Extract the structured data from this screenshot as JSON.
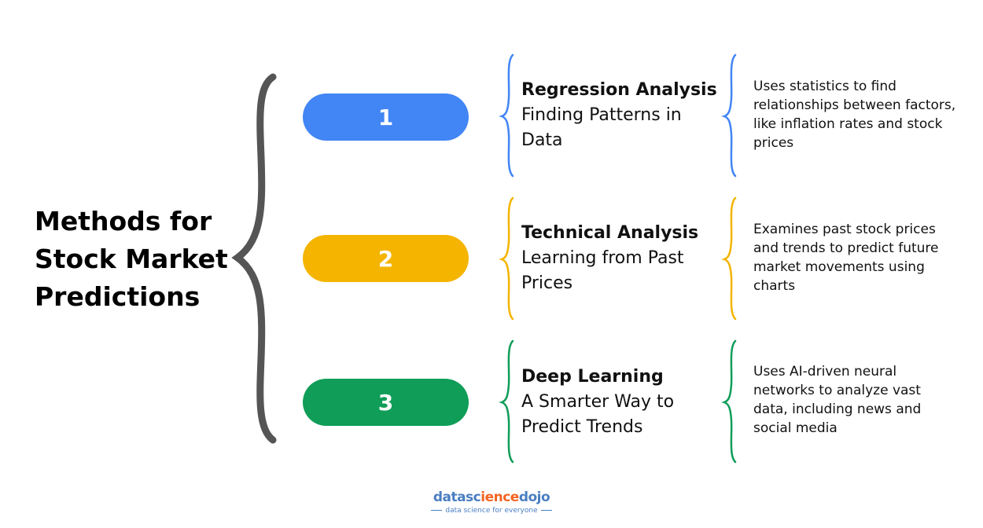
{
  "title": "Methods for Stock Market Predictions",
  "colors": {
    "blue": "#4285f4",
    "yellow": "#f4b400",
    "green": "#0f9d58",
    "brace": "#555555"
  },
  "methods": [
    {
      "number": "1",
      "name": "Regression Analysis",
      "subtitle": "Finding Patterns in Data",
      "description": "Uses statistics to find relationships between factors, like inflation rates and stock prices",
      "color": "#4285f4"
    },
    {
      "number": "2",
      "name": "Technical Analysis",
      "subtitle": "Learning from Past Prices",
      "description": "Examines past stock prices and trends to predict future market movements using charts",
      "color": "#f4b400"
    },
    {
      "number": "3",
      "name": "Deep Learning",
      "subtitle": "A Smarter Way to Predict Trends",
      "description": "Uses AI-driven neural networks to analyze vast data, including news and social media",
      "color": "#0f9d58"
    }
  ],
  "logo": {
    "part1": "datasc",
    "part2": "ience",
    "part3": "dojo",
    "tagline": "data science for everyone"
  }
}
